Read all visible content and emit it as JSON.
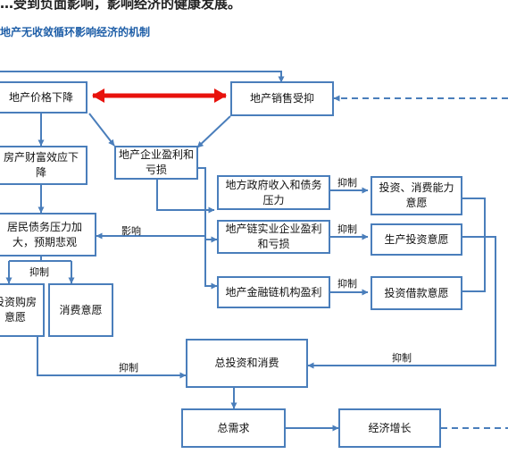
{
  "header": {
    "top_text": "…受到负面影响，影响经济的健康发展。",
    "title": "地产无收敛循环影响经济的机制"
  },
  "nodes": {
    "price_drop": "地产价格下降",
    "sales_suppressed": "地产销售受抑",
    "wealth_effect": "房产财富效应下降",
    "developer_loss": "地产企业盈利和亏损",
    "local_gov": "地方政府收入和债务压力",
    "chain_industry": "地产链实业企业盈利和亏损",
    "chain_finance": "地产金融链机构盈利",
    "invest_consume": "投资、消费能力意愿",
    "production_invest": "生产投资意愿",
    "investment_loan": "投资借款意愿",
    "resident_debt": "居民债务压力加大，预期悲观",
    "house_purchase": "投资购房意愿",
    "consume_will": "消费意愿",
    "total_inv_cons": "总投资和消费",
    "total_demand": "总需求",
    "economic_growth": "经济增长"
  },
  "labels": {
    "suppress": "抑制",
    "influence": "影响"
  },
  "colors": {
    "arrow": "#4a7ebb",
    "box_border": "#4a7ebb",
    "highlight": "#e8120c",
    "title": "#1f5fa8"
  }
}
